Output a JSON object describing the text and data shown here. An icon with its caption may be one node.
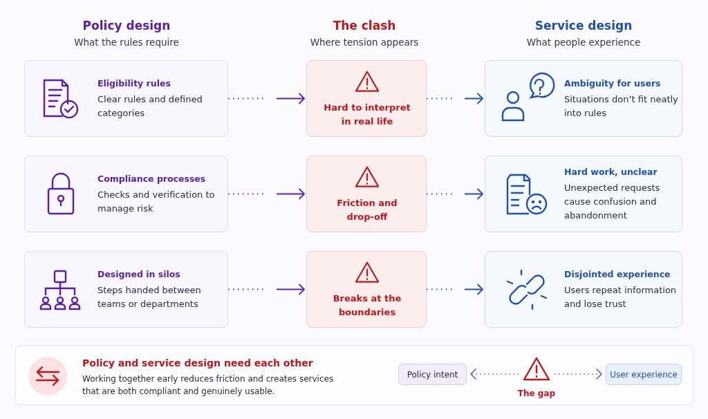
{
  "diagram": {
    "nodes": [
      {
        "text": [
          "Eligibility rules",
          "Clear rules and defined categories"
        ]
      },
      {
        "text": [
          "Hard to interpret in real life"
        ]
      },
      {
        "text": [
          "Ambiguity for users",
          "Situations don’t fit neatly into rules"
        ]
      },
      {
        "text": [
          "Compliance processes",
          "Checks and verification to manage risk"
        ]
      },
      {
        "text": [
          "Friction and drop-off"
        ]
      },
      {
        "text": [
          "Hard work, unclear",
          "Unexpected requests cause confusion and abandonment"
        ]
      },
      {
        "text": [
          "Designed in silos",
          "Steps handed between teams or departments"
        ]
      },
      {
        "text": [
          "Breaks at the boundaries"
        ]
      },
      {
        "text": [
          "Disjointed experience",
          "Users repeat information and lose trust"
        ]
      },
      {
        "text": [
          "Policy and service design need each other",
          "Working together early reduces friction and creates services that are both compliant and genuinely usable."
        ]
      },
      {
        "text": [
          "Policy intent"
        ],
        "in": 9
      },
      {
        "text": [
          "The gap"
        ],
        "in": 9
      },
      {
        "text": [
          "User experience"
        ],
        "in": 9
      }
    ],
    "edges": [
      {
        "from": 0,
        "to": 1,
        "arrow": "to",
        "style": "dashed",
        "color": "#5b21b6"
      },
      {
        "from": 1,
        "to": 2,
        "arrow": "to",
        "style": "dashed",
        "color": "#1f4fb3"
      },
      {
        "from": 3,
        "to": 4,
        "arrow": "to",
        "style": "dashed",
        "color": "#5b21b6"
      },
      {
        "from": 4,
        "to": 5,
        "arrow": "to",
        "style": "dashed",
        "color": "#1f4fb3"
      },
      {
        "from": 6,
        "to": 7,
        "arrow": "to",
        "style": "dashed",
        "color": "#5b21b6"
      },
      {
        "from": 7,
        "to": 8,
        "arrow": "to",
        "style": "dashed",
        "color": "#1f4fb3"
      },
      {
        "from": 11,
        "to": 10,
        "arrow": "to",
        "style": "dashed",
        "color": "#7c8494"
      },
      {
        "from": 11,
        "to": 12,
        "arrow": "to",
        "style": "dashed",
        "color": "#7c8494"
      }
    ],
    "labels": [
      "Policy design",
      "What the rules require",
      "The clash",
      "Where tension appears",
      "Service design",
      "What people experience"
    ]
  }
}
